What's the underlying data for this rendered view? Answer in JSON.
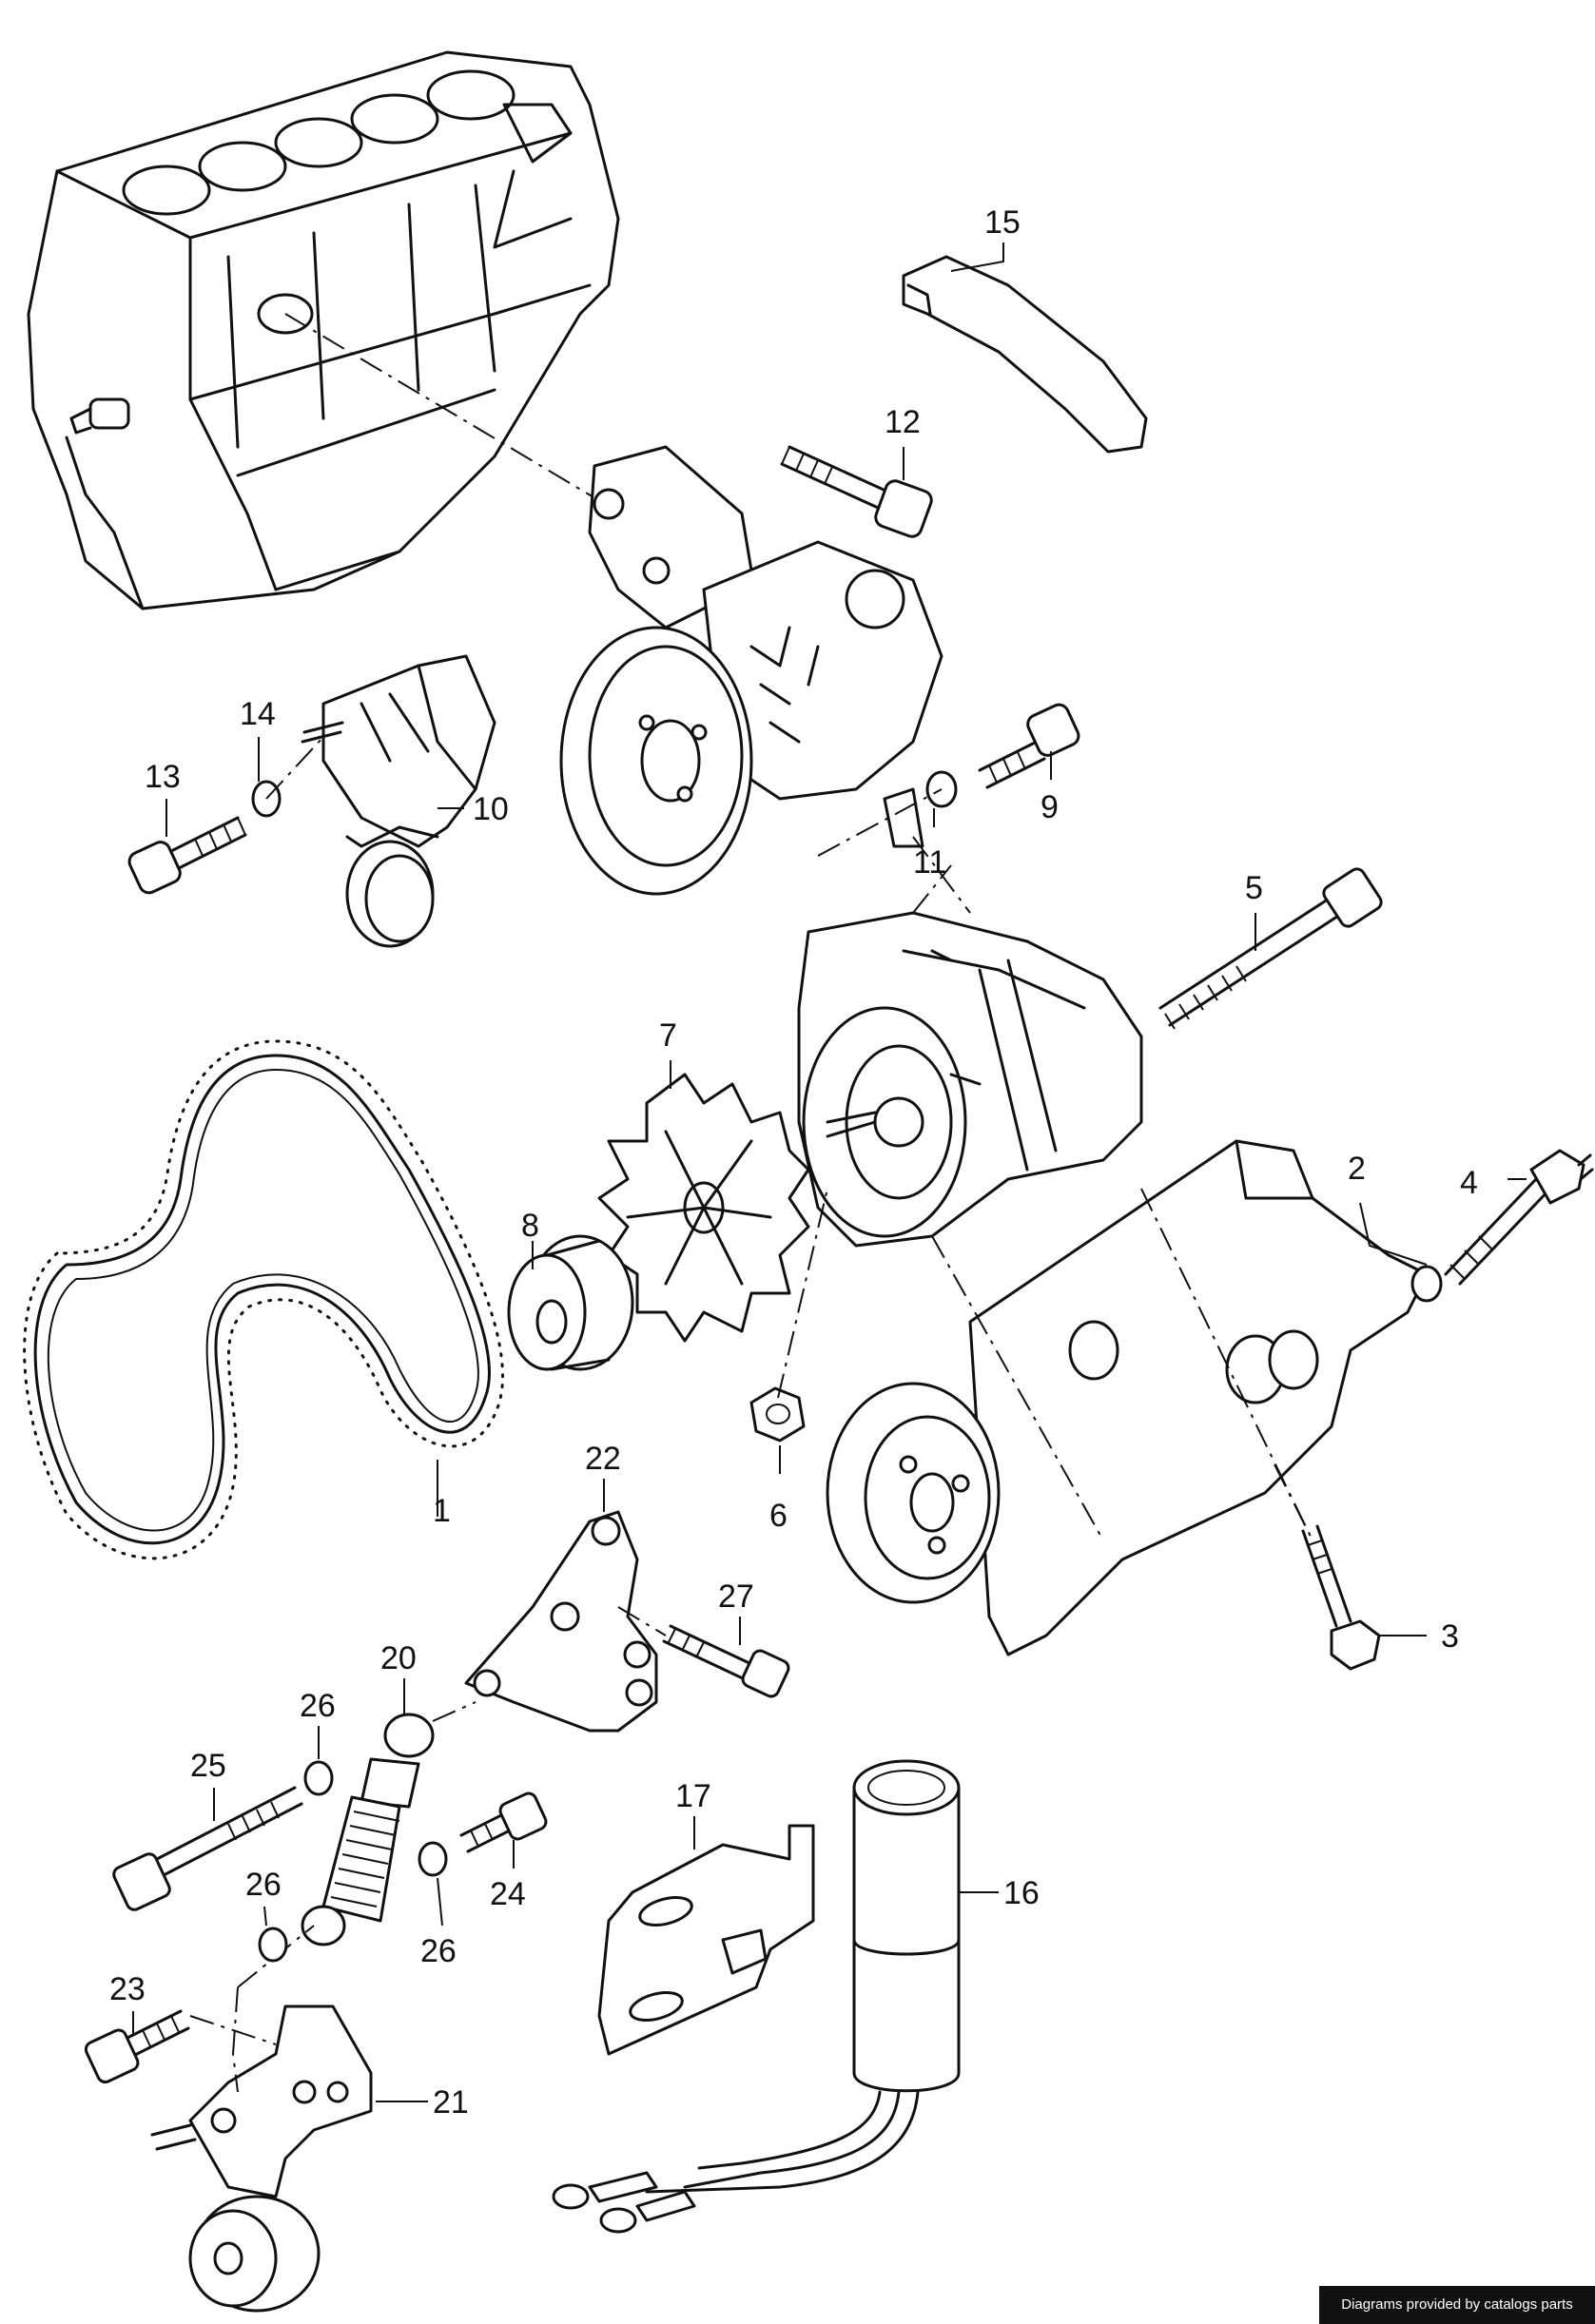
{
  "callouts": [
    {
      "id": "1",
      "label": "1"
    },
    {
      "id": "2",
      "label": "2"
    },
    {
      "id": "3",
      "label": "3"
    },
    {
      "id": "4",
      "label": "4"
    },
    {
      "id": "5",
      "label": "5"
    },
    {
      "id": "6",
      "label": "6"
    },
    {
      "id": "7",
      "label": "7"
    },
    {
      "id": "8",
      "label": "8"
    },
    {
      "id": "9",
      "label": "9"
    },
    {
      "id": "10",
      "label": "10"
    },
    {
      "id": "11",
      "label": "11"
    },
    {
      "id": "12",
      "label": "12"
    },
    {
      "id": "13",
      "label": "13"
    },
    {
      "id": "14",
      "label": "14"
    },
    {
      "id": "15",
      "label": "15"
    },
    {
      "id": "16",
      "label": "16"
    },
    {
      "id": "17",
      "label": "17"
    },
    {
      "id": "20",
      "label": "20"
    },
    {
      "id": "21",
      "label": "21"
    },
    {
      "id": "22",
      "label": "22"
    },
    {
      "id": "23",
      "label": "23"
    },
    {
      "id": "24",
      "label": "24"
    },
    {
      "id": "25",
      "label": "25"
    },
    {
      "id": "26a",
      "label": "26"
    },
    {
      "id": "26b",
      "label": "26"
    },
    {
      "id": "26c",
      "label": "26"
    },
    {
      "id": "27",
      "label": "27"
    }
  ],
  "credit": "Diagrams provided by catalogs parts"
}
